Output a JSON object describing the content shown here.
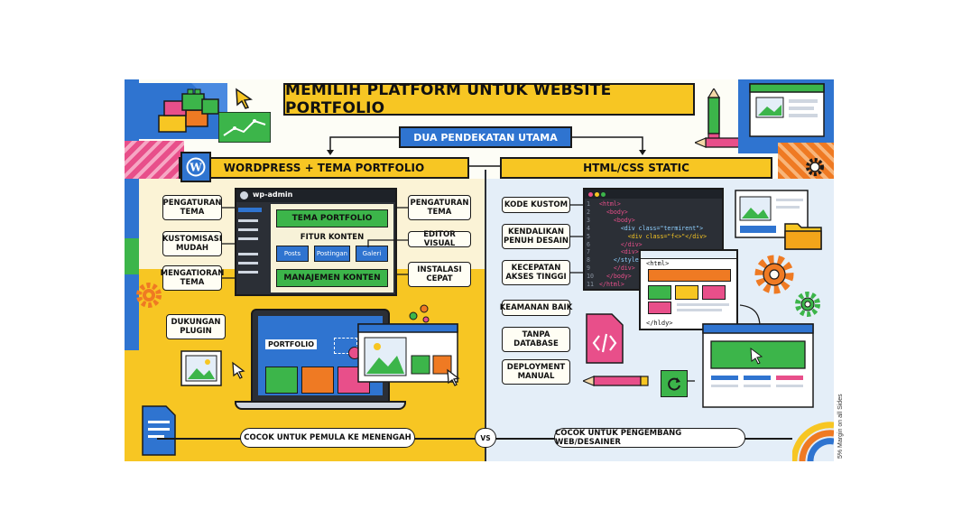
{
  "title": "MEMILIH PLATFORM UNTUK WEBSITE PORTFOLIO",
  "subtitle": "DUA PENDEKATAN UTAMA",
  "left": {
    "header": "WORDPRESS + TEMA PORTFOLIO",
    "admin_title": "wp-admin",
    "admin": {
      "theme_button": "TEMA PORTFOLIO",
      "features_label": "FITUR KONTEN",
      "chips": [
        "Posts",
        "Postingan",
        "Galeri"
      ],
      "manage_button": "MANAJEMEN KONTEN"
    },
    "labels": {
      "theme_settings_left": "PENGATURAN\nTEMA",
      "easy_customization": "KUSTOMISASI\nMUDAH",
      "managing_themes": "MENGATIORAN\nTEMA",
      "theme_settings_right": "PENGATURAN\nTEMA",
      "visual_editor": "EDITOR VISUAL",
      "quick_install": "INSTALASI\nCEPAT",
      "plugin_support": "DUKUNGAN\nPLUGIN"
    },
    "laptop_label": "PORTFOLIO",
    "footer": "COCOK UNTUK PEMULA KE MENENGAH"
  },
  "right": {
    "header": "HTML/CSS STATIC",
    "labels": [
      "KODE KUSTOM",
      "KENDALIKAN\nPENUH DESAIN",
      "KECEPATAN\nAKSES TINGGI",
      "KEAMANAN BAIK",
      "TANPA\nDATABASE",
      "DEPLOYMENT\nMANUAL"
    ],
    "code_lines": [
      "<html>",
      "  <body>",
      "    <body>",
      "      <div class=\"termirent\">",
      "        <div class=\"f<>\"</div>",
      "      </div>",
      "      <div>",
      "    </style>",
      "    </div>",
      "  </body>",
      "</html>"
    ],
    "line_numbers": [
      "1",
      "2",
      "3",
      "4",
      "5",
      "6",
      "7",
      "8",
      "9",
      "10",
      "11"
    ],
    "wire_top": "<html>",
    "wire_bottom": "</hldy>",
    "footer": "COCOK UNTUK PENGEMBANG WEB/DESAINER"
  },
  "vs": "VS",
  "margin_note": "5% Margin on all Sides",
  "colors": {
    "yellow": "#f7c623",
    "blue": "#2f74d0",
    "green": "#3cb54a",
    "orange": "#ef7a23",
    "pink": "#e84f8a",
    "dark": "#2b2f36",
    "light_blue_bg": "#e4eef8",
    "cream_bg": "#fbf3d6"
  },
  "icons": [
    "lego-bricks-icon",
    "cursor-icon",
    "line-graph-icon",
    "wordpress-logo-icon",
    "pencil-icon",
    "browser-window-icon",
    "gear-icon",
    "folder-icon",
    "image-icon",
    "code-file-icon",
    "refresh-icon",
    "document-icon",
    "laptop-icon"
  ]
}
